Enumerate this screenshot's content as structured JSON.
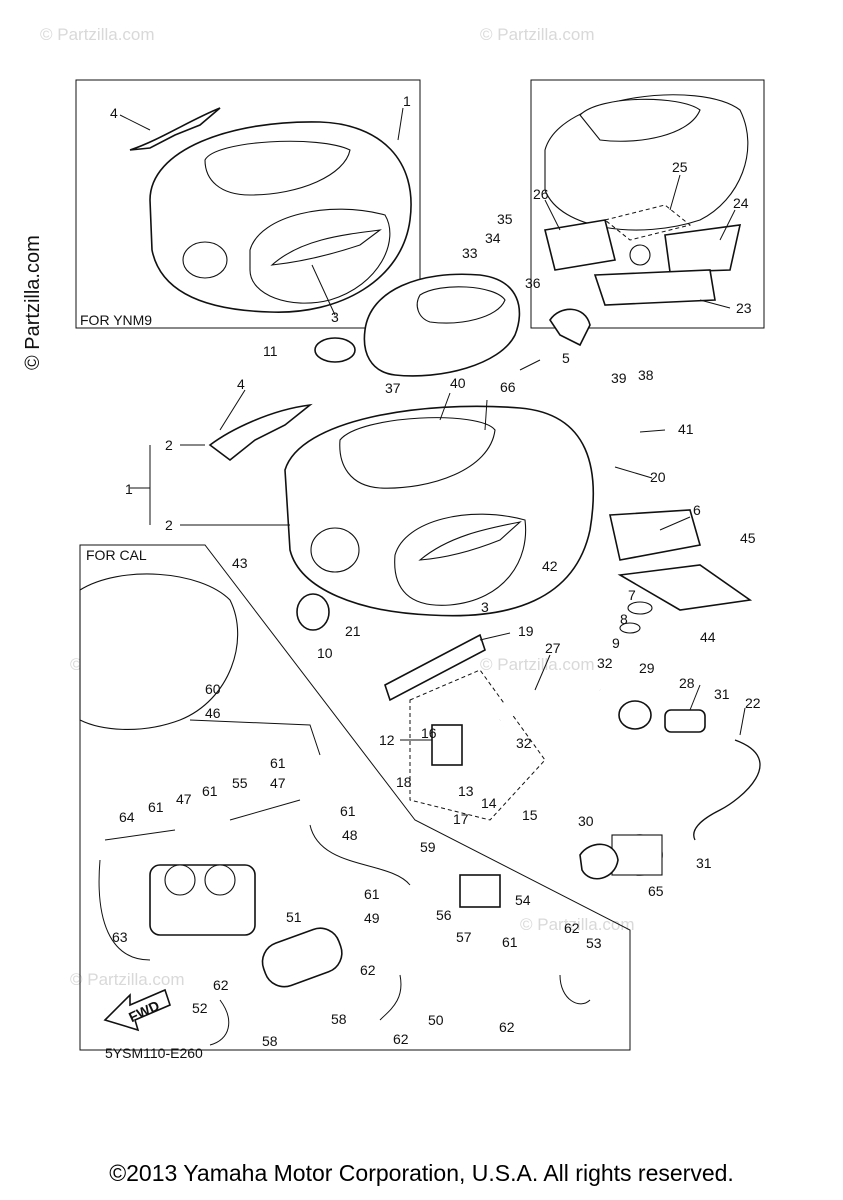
{
  "diagram": {
    "watermark": "© Partzilla.com",
    "box_labels": {
      "ynm9": "FOR YNM9",
      "cal": "FOR CAL"
    },
    "fwd_label": "FWD",
    "drawing_code": "5YSM110-E260",
    "callouts": [
      "1",
      "2",
      "3",
      "4",
      "5",
      "6",
      "7",
      "8",
      "9",
      "10",
      "11",
      "12",
      "13",
      "14",
      "15",
      "16",
      "17",
      "18",
      "19",
      "20",
      "21",
      "22",
      "23",
      "24",
      "25",
      "26",
      "27",
      "28",
      "29",
      "30",
      "31",
      "32",
      "33",
      "34",
      "35",
      "36",
      "37",
      "38",
      "39",
      "40",
      "41",
      "42",
      "43",
      "44",
      "45",
      "46",
      "47",
      "48",
      "49",
      "50",
      "51",
      "52",
      "53",
      "54",
      "55",
      "56",
      "57",
      "58",
      "59",
      "60",
      "61",
      "62",
      "63",
      "64",
      "65",
      "66"
    ]
  },
  "footer": {
    "copyright": "©2013 Yamaha Motor Corporation, U.S.A. All rights reserved."
  }
}
